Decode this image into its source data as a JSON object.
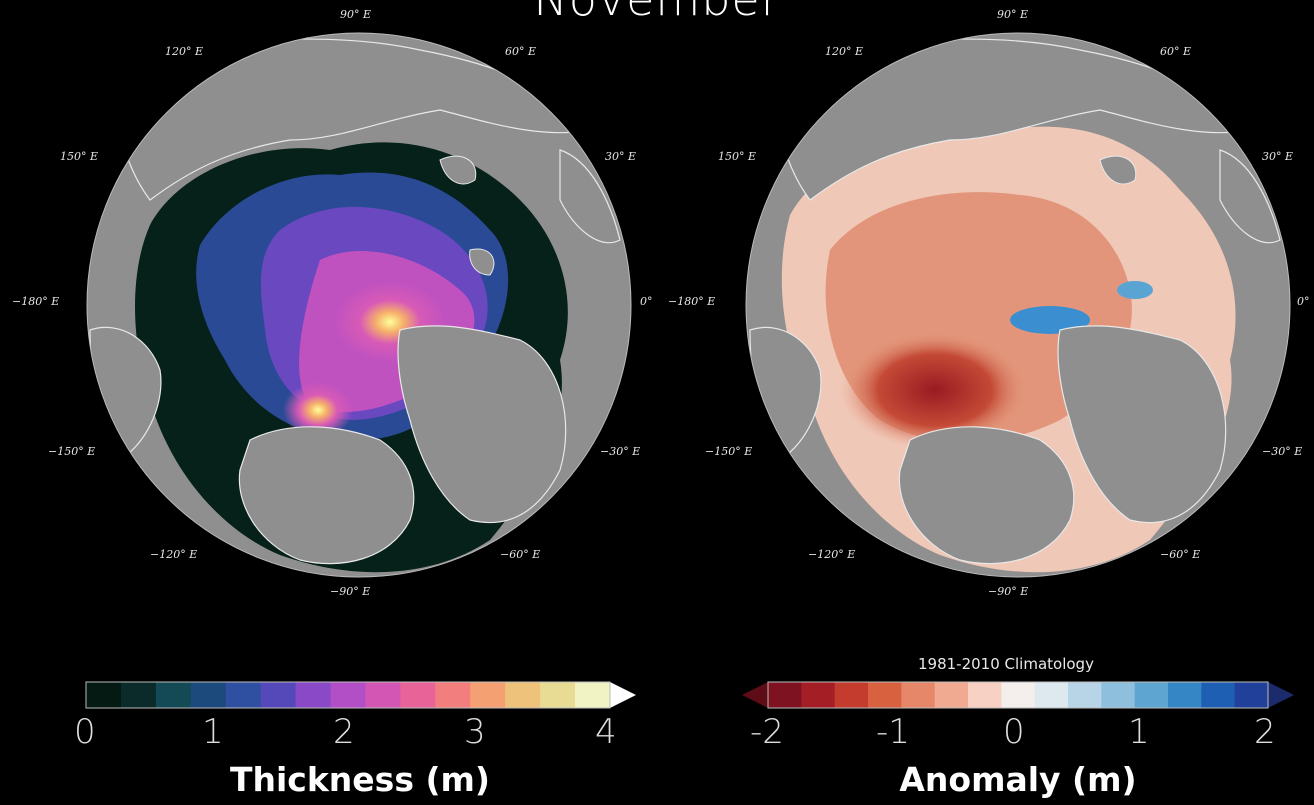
{
  "header": {
    "title": "November"
  },
  "left_map": {
    "lon_labels": {
      "top": "90° E",
      "tl": "120° E",
      "tr": "60° E",
      "l1": "150° E",
      "r1": "30° E",
      "l2": "−180° E",
      "r2": "0°",
      "l3": "−150° E",
      "r3": "−30° E",
      "bl": "−120° E",
      "br": "−60° E",
      "bottom": "−90° E"
    }
  },
  "right_map": {
    "lon_labels": {
      "top": "90° E",
      "tl": "120° E",
      "tr": "60° E",
      "l1": "150° E",
      "r1": "30° E",
      "l2": "−180° E",
      "r2": "0°",
      "l3": "−150° E",
      "r3": "−30° E",
      "bl": "−120° E",
      "br": "−60° E",
      "bottom": "−90° E"
    }
  },
  "thickness_bar": {
    "title": "Thickness (m)",
    "ticks": [
      "0",
      "1",
      "2",
      "3",
      "4"
    ],
    "colors": [
      "#061a14",
      "#0a2b2a",
      "#134a55",
      "#1d4a7c",
      "#2f4fa0",
      "#5548b8",
      "#8a4ac8",
      "#b24ec6",
      "#d456b4",
      "#e86498",
      "#f27f7e",
      "#f4a072",
      "#eec27a",
      "#e8dc94",
      "#f1f3c4",
      "#ffffff"
    ]
  },
  "anomaly_bar": {
    "title": "Anomaly (m)",
    "subtitle": "1981-2010 Climatology",
    "ticks": [
      "-2",
      "-1",
      "0",
      "1",
      "2"
    ],
    "colors": [
      "#5e0d16",
      "#7e1220",
      "#a41f25",
      "#c43c2e",
      "#d8623f",
      "#e7876a",
      "#f0aa92",
      "#f7d1c3",
      "#f4eeec",
      "#dde8ef",
      "#b7d5e6",
      "#8ebfdc",
      "#5ea5d1",
      "#3486c4",
      "#1f5fb3",
      "#20409a",
      "#1c2b6b"
    ]
  }
}
